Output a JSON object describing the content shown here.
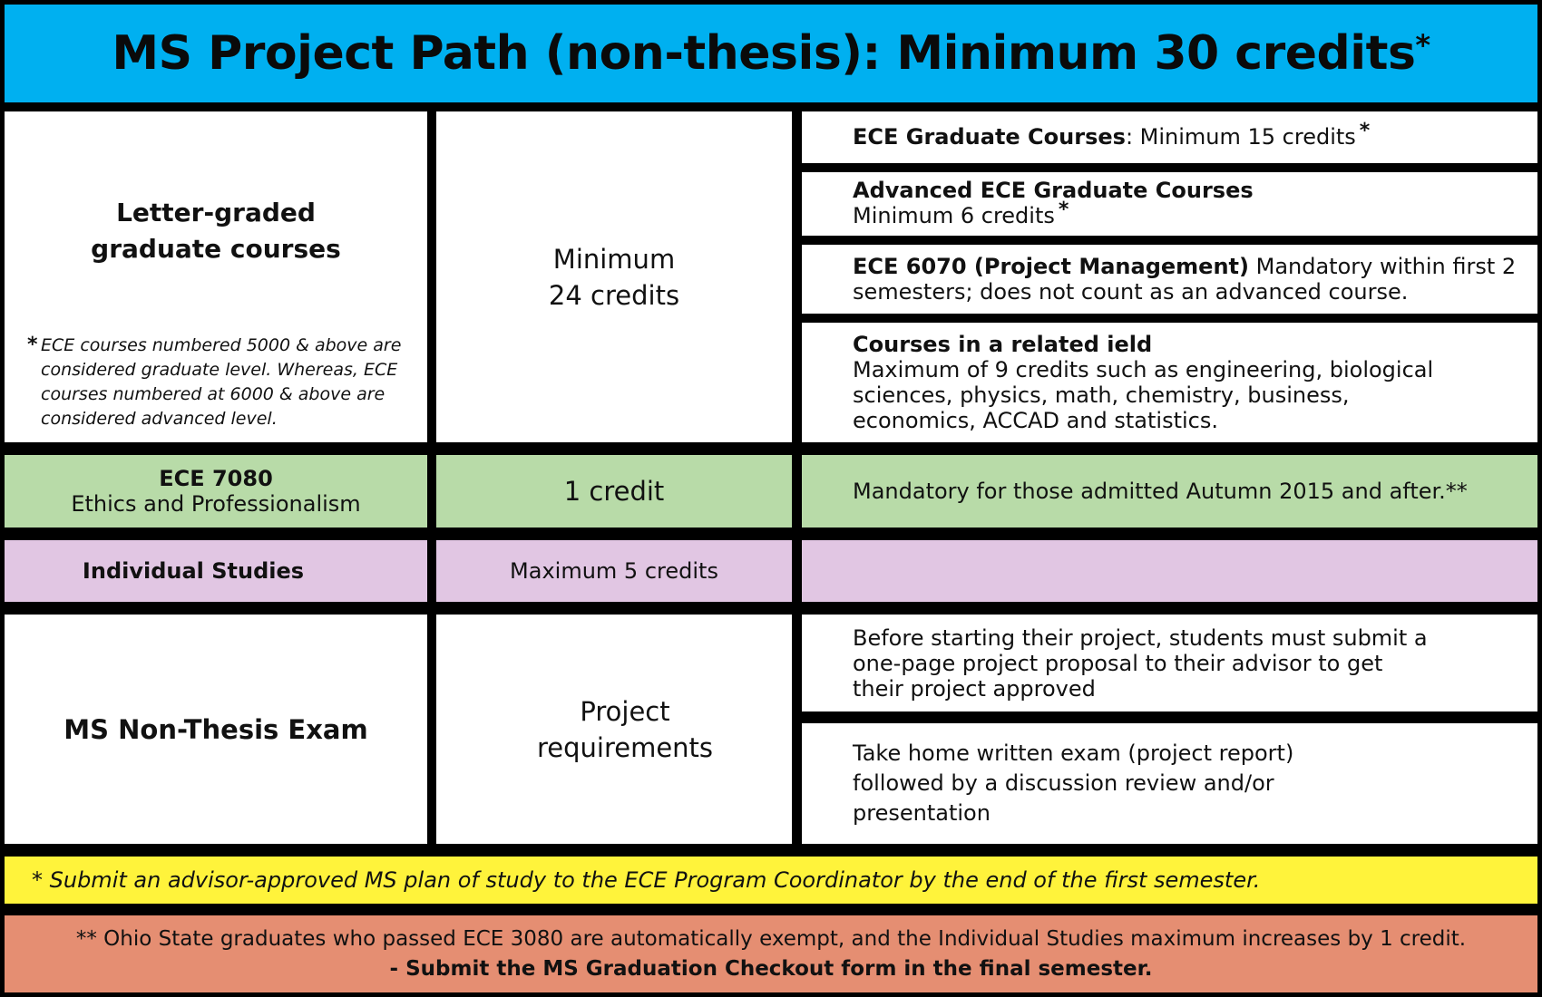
{
  "title": {
    "text": "MS Project Path (non-thesis): Minimum 30 credits",
    "asterisk": "*"
  },
  "colors": {
    "header": "#00b0f0",
    "ethics_row": "#b8dba8",
    "individual_row": "#e1c6e3",
    "footnote_yellow": "#fff33b",
    "footnote_salmon": "#e58e72",
    "divider": "#000000"
  },
  "letter_graded": {
    "label": "Letter-graded graduate courses",
    "credits": "Minimum 24 credits",
    "note_star": "*",
    "note": "ECE courses numbered 5000 & above are considered graduate level. Whereas, ECE courses numbered at 6000 & above are considered advanced level.",
    "requirements": [
      {
        "bold": "ECE Graduate Courses",
        "text": ": Minimum 15 credits",
        "star": "*"
      },
      {
        "bold": "Advanced ECE Graduate Courses",
        "text": "Minimum 6 credits",
        "star": "*"
      },
      {
        "bold": "ECE 6070 (Project Management)",
        "text": " Mandatory within first 2 semesters; does not count as an advanced course.",
        "star": ""
      },
      {
        "bold": "Courses in a related  ield",
        "text": "Maximum of 9 credits such as engineering, biological sciences, physics, math, chemistry, business, economics, ACCAD and statistics.",
        "star": ""
      }
    ]
  },
  "ethics": {
    "code": "ECE 7080",
    "name": "Ethics and Professionalism",
    "credits": "1 credit",
    "note": "Mandatory for those admitted Autumn 2015 and after.**"
  },
  "individual": {
    "label": "Individual Studies",
    "credits": "Maximum 5 credits",
    "note": ""
  },
  "exam": {
    "label": "MS Non-Thesis Exam",
    "credits": "Project requirements",
    "requirements": [
      "Before starting their project, students must submit a one-page project proposal to their advisor to get their project approved",
      "Take home written exam (project report) followed by a discussion review and/or presentation"
    ]
  },
  "footnotes": {
    "single": "* Submit an advisor-approved MS plan of study to the ECE Program Coordinator by the end of the first semester.",
    "double": "** Ohio State graduates who passed ECE 3080 are automatically exempt, and the Individual Studies maximum increases by 1 credit.",
    "checkout": "- Submit the MS Graduation Checkout form in the final semester."
  }
}
